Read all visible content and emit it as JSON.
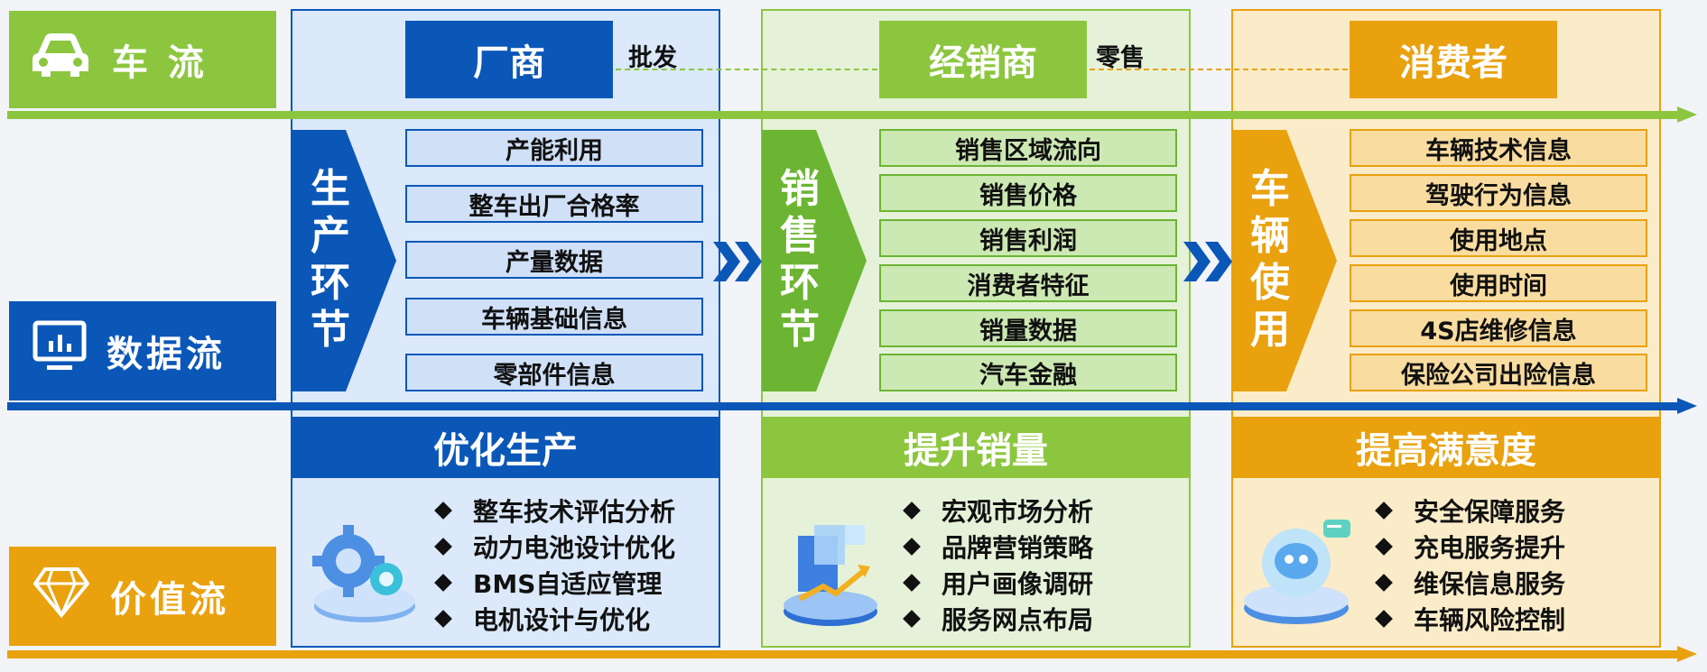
{
  "rows": {
    "car_flow": {
      "label": "车 流",
      "color": "#8cc63f",
      "icon": "car-icon"
    },
    "data_flow": {
      "label": "数据流",
      "color": "#0b57b8",
      "icon": "monitor-chart-icon"
    },
    "value_flow": {
      "label": "价值流",
      "color": "#e9a10e",
      "icon": "diamond-icon"
    }
  },
  "columns": [
    {
      "head": "厂商",
      "trade_label": "批发",
      "stage": [
        "生",
        "产",
        "环",
        "节"
      ],
      "items": [
        "产能利用",
        "整车出厂合格率",
        "产量数据",
        "车辆基础信息",
        "零部件信息"
      ],
      "goal": "优化生产",
      "bullets": [
        "整车技术评估分析",
        "动力电池设计优化",
        "BMS自适应管理",
        "电机设计与优化"
      ],
      "illustration": "gear-illustration"
    },
    {
      "head": "经销商",
      "trade_label": "零售",
      "stage": [
        "销",
        "售",
        "环",
        "节"
      ],
      "items": [
        "销售区域流向",
        "销售价格",
        "销售利润",
        "消费者特征",
        "销量数据",
        "汽车金融"
      ],
      "goal": "提升销量",
      "bullets": [
        "宏观市场分析",
        "品牌营销策略",
        "用户画像调研",
        "服务网点布局"
      ],
      "illustration": "growth-chart-illustration"
    },
    {
      "head": "消费者",
      "stage": [
        "车",
        "辆",
        "使",
        "用"
      ],
      "items": [
        "车辆技术信息",
        "驾驶行为信息",
        "使用地点",
        "使用时间",
        "4S店维修信息",
        "保险公司出险信息"
      ],
      "goal": "提高满意度",
      "bullets": [
        "安全保障服务",
        "充电服务提升",
        "维保信息服务",
        "车辆风险控制"
      ],
      "illustration": "robot-service-illustration"
    }
  ],
  "colors": {
    "blue": "#0b57b8",
    "green": "#8cc63f",
    "green_dark": "#6cb533",
    "orange": "#e9a10e"
  }
}
